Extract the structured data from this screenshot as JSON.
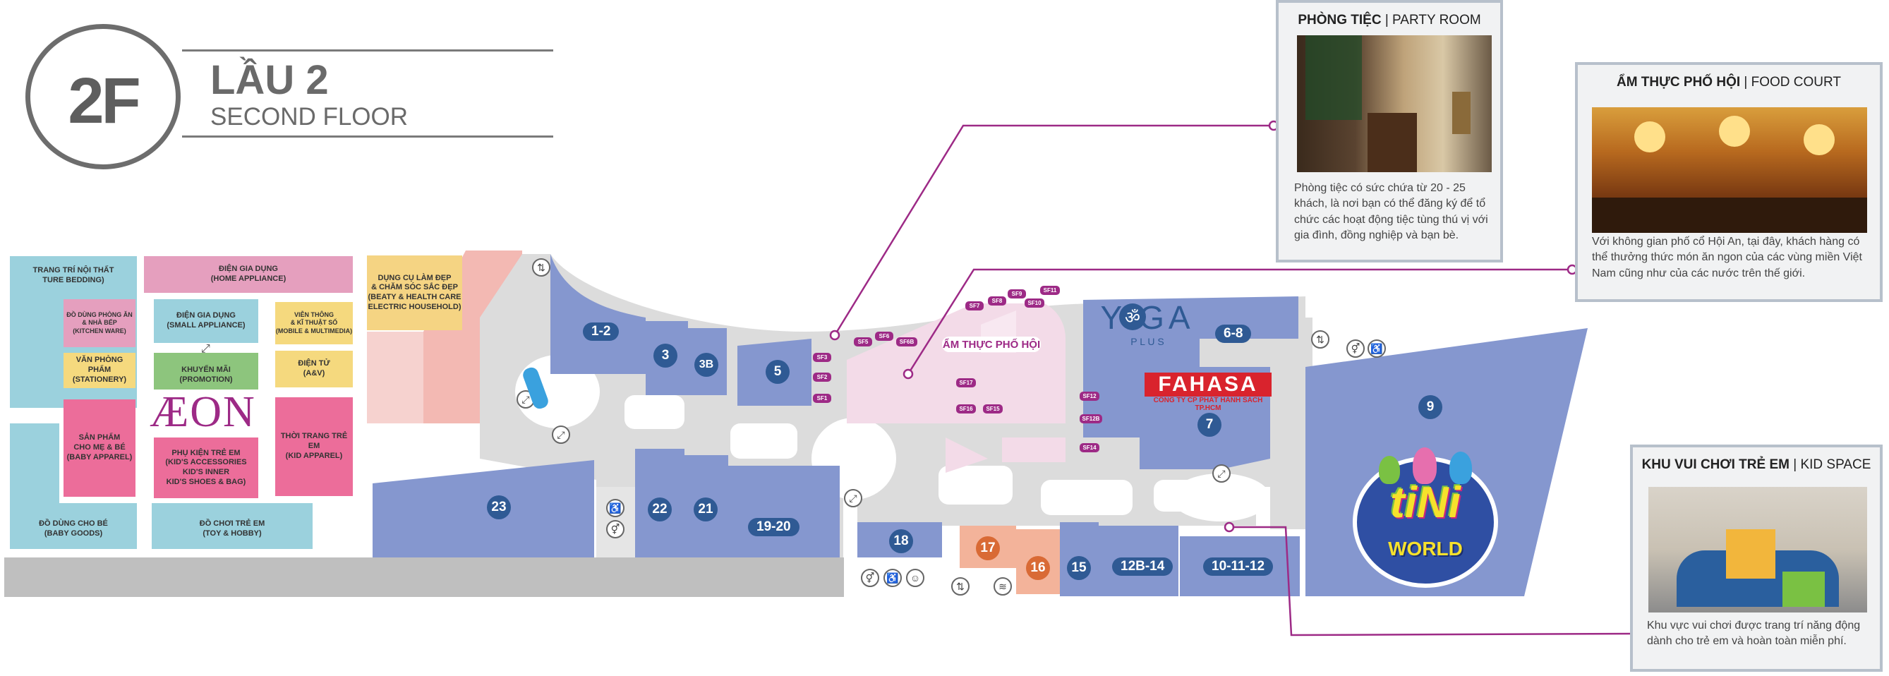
{
  "header": {
    "floor_code": "2F",
    "floor_vi": "LẦU 2",
    "floor_en": "SECOND FLOOR"
  },
  "aeon": {
    "logo": "ÆON",
    "zones": {
      "home_furnishing": "TRANG TRÍ NỘI THẤT\nTURE BEDDING)",
      "home_appliance": "ĐIỆN GIA DỤNG\n(HOME APPLIANCE)",
      "kitchen_ware": "ĐỒ DÙNG PHÒNG ĂN\n& NHÀ BẾP\n(KITCHEN WARE)",
      "small_appliance": "ĐIỆN GIA DỤNG\n(SMALL APPLIANCE)",
      "mobile": "VIỄN THÔNG\n& KĨ THUẬT SỐ\n(MOBILE & MULTIMEDIA)",
      "stationery": "VĂN PHÒNG PHẨM\n(STATIONERY)",
      "promotion": "KHUYẾN MÃI\n(PROMOTION)",
      "av": "ĐIỆN TỬ\n(A&V)",
      "baby_apparel": "SẢN PHẨM\nCHO MẸ & BÉ\n(BABY APPAREL)",
      "kids_accessories": "PHỤ KIỆN TRẺ EM\n(KID'S ACCESSORIES\nKID'S INNER\nKID'S SHOES & BAG)",
      "kid_apparel": "THỜI TRANG TRẺ EM\n(KID APPAREL)",
      "baby_goods": "ĐỒ DÙNG CHO BÉ\n(BABY GOODS)",
      "toy_hobby": "ĐỒ CHƠI TRẺ EM\n(TOY & HOBBY)",
      "beauty": "DỤNG CỤ LÀM ĐẸP\n& CHĂM SÓC SẮC ĐẸP\n(BEATY & HEALTH CARE\nELECTRIC HOUSEHOLD)"
    }
  },
  "units": {
    "u1_2": "1-2",
    "u3": "3",
    "u3b": "3B",
    "u5": "5",
    "u6_8": "6-8",
    "u7": "7",
    "u9": "9",
    "u23": "23",
    "u22": "22",
    "u21": "21",
    "u19_20": "19-20",
    "u18": "18",
    "u17": "17",
    "u16": "16",
    "u15": "15",
    "u12b_14": "12B-14",
    "u10_11_12": "10-11-12"
  },
  "food_court": {
    "label": "ẨM THỰC PHỐ HỘI",
    "stalls": [
      "SF1",
      "SF2",
      "SF3",
      "SF5",
      "SF6",
      "SF6B",
      "SF7",
      "SF8",
      "SF9",
      "SF10",
      "SF11",
      "SF12",
      "SF12B",
      "SF14",
      "SF15",
      "SF16",
      "SF17"
    ]
  },
  "brands": {
    "yoga": "Y  GA",
    "yoga_sub": "P L U S",
    "fahasa": "FAHASA",
    "fahasa_sub": "CÔNG TY CP PHÁT HÀNH SÁCH TP.HCM",
    "tini": "tiNi",
    "tini_sub": "WORLD"
  },
  "callouts": {
    "party_room": {
      "title_vi": "PHÒNG TIỆC",
      "title_en": "PARTY ROOM",
      "text": "Phòng tiệc có sức chứa từ 20 - 25 khách, là nơi bạn có thể đăng ký để tổ chức các hoạt động tiệc tùng thú vị với gia đình, đồng nghiệp và bạn bè."
    },
    "food_court": {
      "title_vi": "ẨM THỰC PHỐ HỘI",
      "title_en": "FOOD COURT",
      "text": "Với không gian phố cổ Hội An, tại đây, khách hàng có thể thưởng thức món ăn ngon của các vùng miền Việt Nam cũng như của các nước trên thế giới."
    },
    "kid_space": {
      "title_vi": "KHU VUI CHƠI TRẺ EM",
      "title_en": "KID SPACE",
      "text": "Khu vực vui chơi được trang trí năng động dành cho trẻ em và hoàn toàn miễn phí."
    }
  },
  "colors": {
    "store_blue": "#8597cf",
    "label_navy": "#2f5a94",
    "corridor": "#dcdcdc",
    "food_pink": "#f3dbe8",
    "purple": "#9d2a86",
    "accent_red": "#d9232d"
  }
}
